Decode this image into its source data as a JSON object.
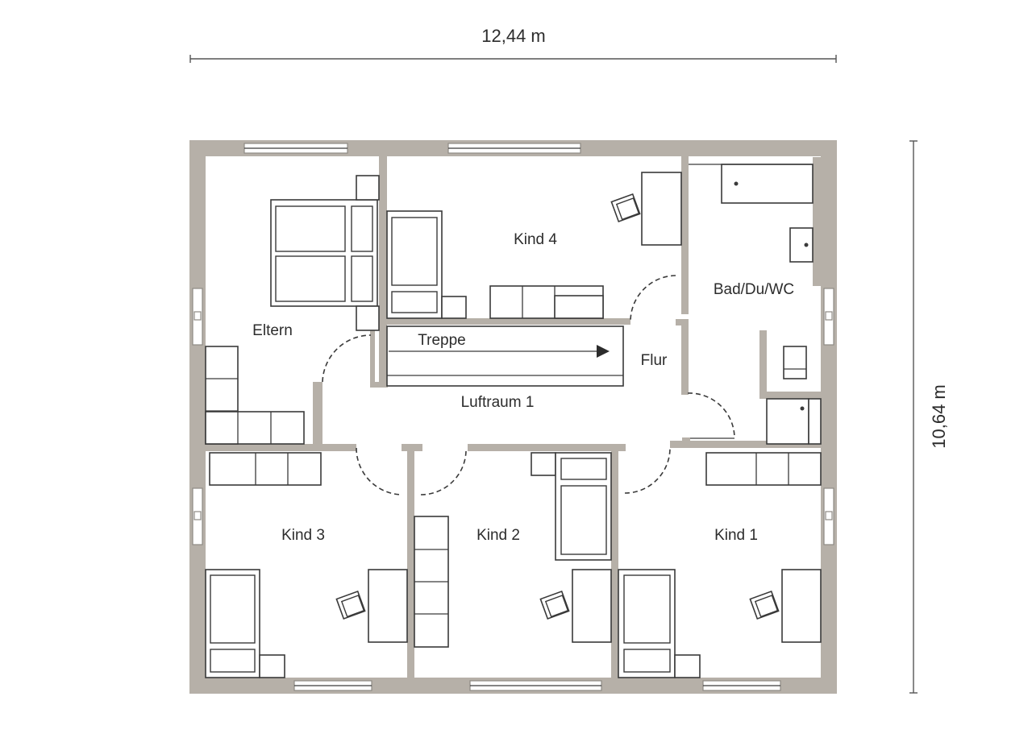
{
  "dimensions": {
    "width": "12,44 m",
    "height": "10,64 m"
  },
  "rooms": {
    "eltern": "Eltern",
    "kind4": "Kind 4",
    "bad": "Bad/Du/WC",
    "treppe": "Treppe",
    "flur": "Flur",
    "luftraum": "Luftraum 1",
    "kind3": "Kind 3",
    "kind2": "Kind 2",
    "kind1": "Kind 1"
  },
  "colors": {
    "wall": "#b6b0a8",
    "line": "#3a3a3a"
  }
}
